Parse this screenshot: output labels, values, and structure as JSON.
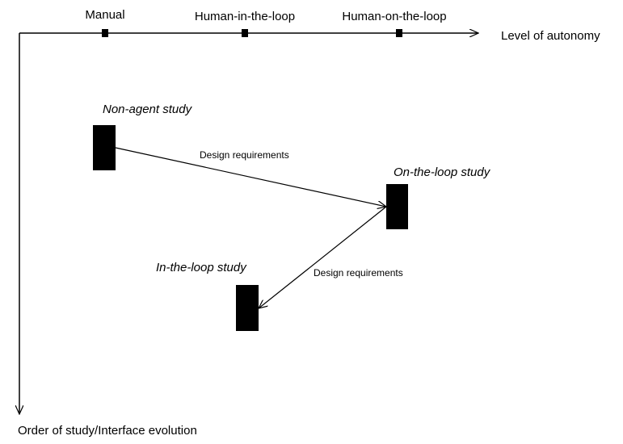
{
  "axes": {
    "x_label": "Level of autonomy",
    "y_label": "Order of study/Interface evolution",
    "ticks": [
      "Manual",
      "Human-in-the-loop",
      "Human-on-the-loop"
    ]
  },
  "nodes": {
    "non_agent": "Non-agent study",
    "on_the_loop": "On-the-loop study",
    "in_the_loop": "In-the-loop study"
  },
  "edges": {
    "first": "Design requirements",
    "second": "Design requirements"
  }
}
